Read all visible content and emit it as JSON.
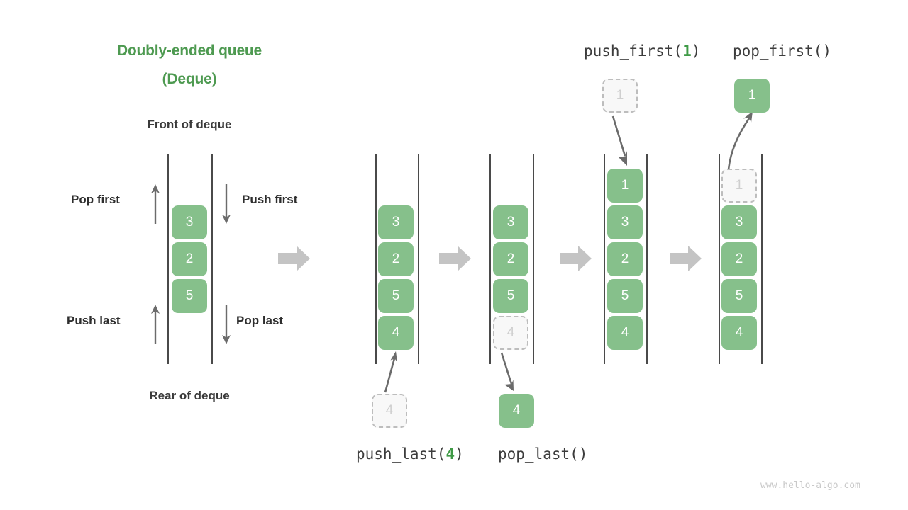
{
  "title": {
    "line1": "Doubly-ended queue",
    "line2": "(Deque)"
  },
  "labels": {
    "front": "Front of deque",
    "rear": "Rear of deque",
    "pop_first": "Pop first",
    "push_first": "Push first",
    "push_last": "Push last",
    "pop_last": "Pop last"
  },
  "operations": {
    "push_first": {
      "name": "push_first(",
      "arg": "1",
      "close": ")"
    },
    "pop_first": {
      "name": "pop_first()",
      "arg": "",
      "close": ""
    },
    "push_last": {
      "name": "push_last(",
      "arg": "4",
      "close": ")"
    },
    "pop_last": {
      "name": "pop_last()",
      "arg": "",
      "close": ""
    }
  },
  "colors": {
    "accent_green": "#4e9a51",
    "cell_green": "#86c08b",
    "ghost_fill": "#f8f8f8",
    "ghost_border": "#bdbdbd",
    "ghost_text": "#cfcfcf",
    "rail": "#4a4a4a",
    "step_arrow": "#c4c4c4",
    "thin_arrow": "#6b6b6b",
    "text_dark": "#2e2e2e",
    "watermark": "#c9c9c9"
  },
  "columns": [
    {
      "id": "col-base",
      "cells": [
        "3",
        "2",
        "5"
      ]
    },
    {
      "id": "col-push-last",
      "cells": [
        "3",
        "2",
        "5",
        "4"
      ]
    },
    {
      "id": "col-pop-last",
      "cells": [
        "3",
        "2",
        "5"
      ],
      "ghost_bottom": "4"
    },
    {
      "id": "col-push-first",
      "cells": [
        "1",
        "3",
        "2",
        "5",
        "4"
      ]
    },
    {
      "id": "col-pop-first",
      "cells": [
        "3",
        "2",
        "5",
        "4"
      ],
      "ghost_top": "1"
    }
  ],
  "floating_cells": {
    "push_last_source": "4",
    "pop_last_result": "4",
    "push_first_source": "1",
    "pop_first_result": "1"
  },
  "watermark": "www.hello-algo.com"
}
